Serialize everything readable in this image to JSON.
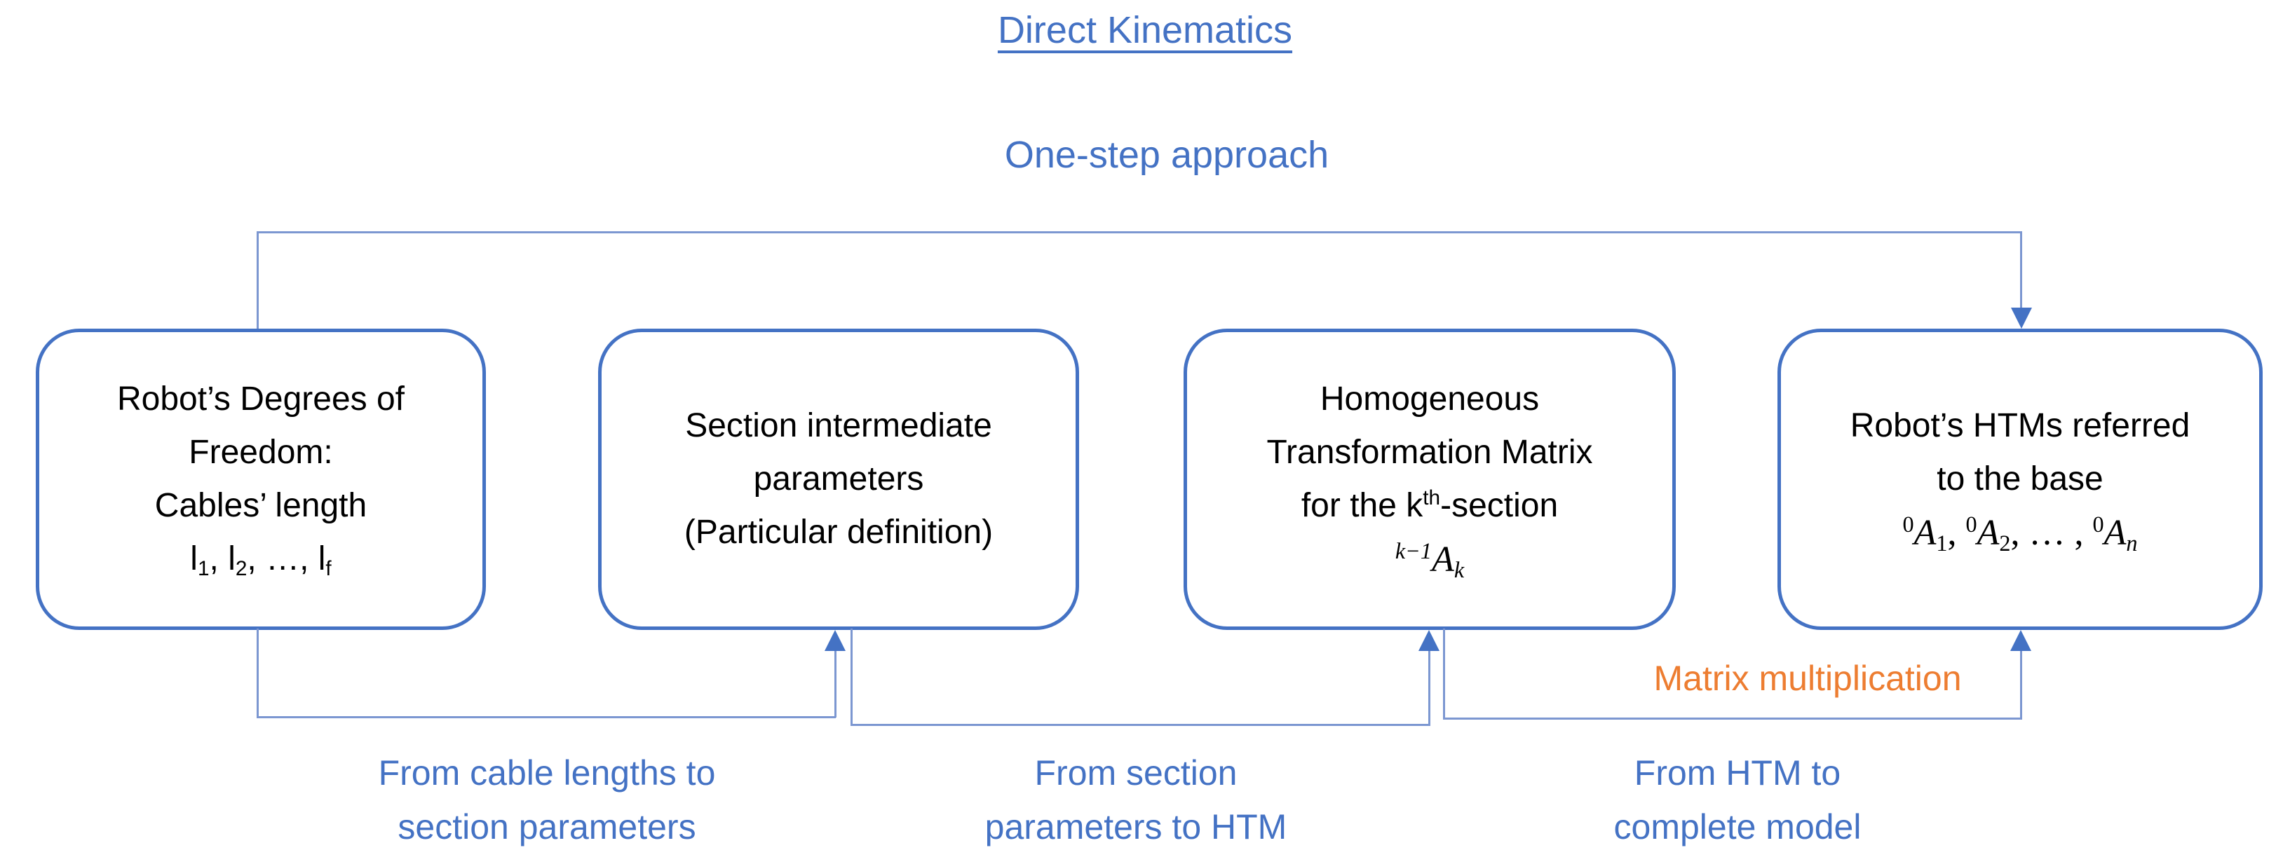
{
  "colors": {
    "blue": "#4472C4",
    "light_blue": "#7C97D1",
    "orange": "#ED7D31",
    "text": "#000000",
    "background": "#FFFFFF"
  },
  "header": {
    "title": "Direct Kinematics",
    "subtitle": "One-step approach"
  },
  "boxes": [
    {
      "lines": [
        "Robot’s Degrees of",
        "Freedom:",
        "Cables’ length"
      ],
      "math": [
        {
          "text": "l"
        },
        {
          "text": "1",
          "style": "sub"
        },
        {
          "text": ", l"
        },
        {
          "text": "2",
          "style": "sub"
        },
        {
          "text": ", …, l"
        },
        {
          "text": "f",
          "style": "sub"
        }
      ]
    },
    {
      "lines": [
        "Section intermediate",
        "parameters",
        "(Particular definition)"
      ]
    },
    {
      "lines": [
        "Homogeneous",
        "Transformation Matrix"
      ],
      "rich_line": [
        {
          "text": "for the k"
        },
        {
          "text": "th",
          "style": "sup"
        },
        {
          "text": "-section"
        }
      ],
      "math": [
        {
          "text": "k−1",
          "style": "sup",
          "serif": true,
          "italic": true
        },
        {
          "text": "A",
          "serif": true,
          "italic": true
        },
        {
          "text": "k",
          "style": "sub",
          "serif": true,
          "italic": true
        }
      ]
    },
    {
      "lines": [
        "Robot’s HTMs referred",
        "to the base"
      ],
      "math": [
        {
          "text": "0",
          "style": "sup",
          "serif": true
        },
        {
          "text": "A",
          "serif": true,
          "italic": true
        },
        {
          "text": "1",
          "style": "sub",
          "serif": true
        },
        {
          "text": ", ",
          "serif": true
        },
        {
          "text": "0",
          "style": "sup",
          "serif": true
        },
        {
          "text": "A",
          "serif": true,
          "italic": true
        },
        {
          "text": "2",
          "style": "sub",
          "serif": true
        },
        {
          "text": ", … , ",
          "serif": true
        },
        {
          "text": "0",
          "style": "sup",
          "serif": true
        },
        {
          "text": "A",
          "serif": true,
          "italic": true
        },
        {
          "text": "n",
          "style": "sub",
          "serif": true,
          "italic": true
        }
      ]
    }
  ],
  "edge_labels": [
    {
      "lines": [
        "From cable lengths to",
        "section parameters"
      ]
    },
    {
      "lines": [
        "From section",
        "parameters to HTM"
      ]
    },
    {
      "lines": [
        "From HTM to",
        "complete model"
      ]
    }
  ],
  "annotation": {
    "text": "Matrix multiplication"
  }
}
